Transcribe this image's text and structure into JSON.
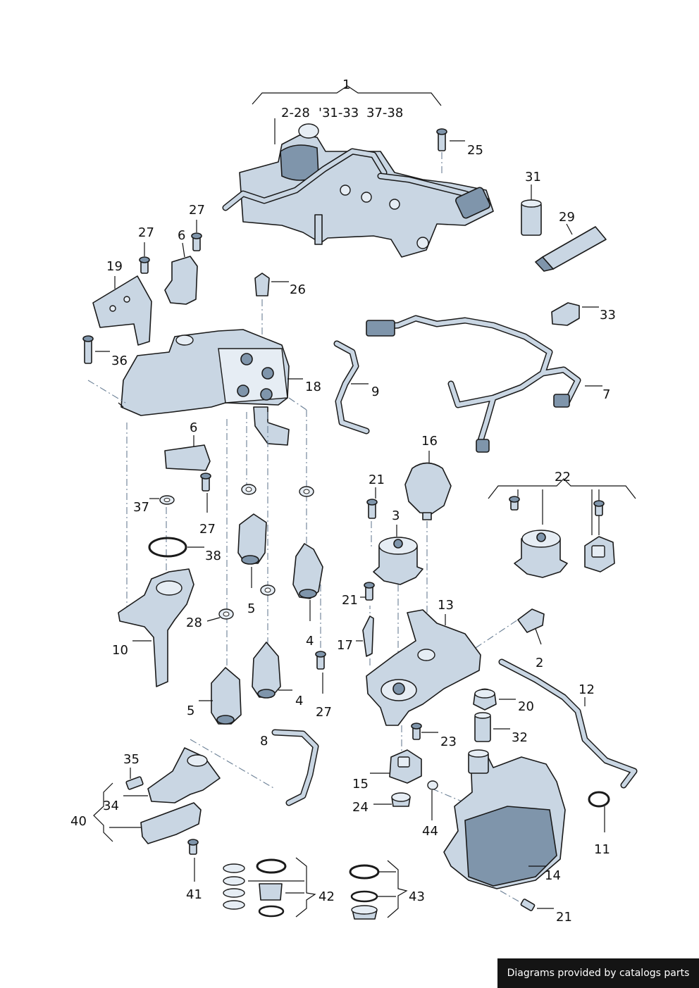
{
  "footer": {
    "text": "Diagrams provided by catalogs parts"
  },
  "callouts": {
    "c1": "1",
    "c1_range_a": "2-28",
    "c1_range_b": "'31-33",
    "c1_range_c": "37-38",
    "c25": "25",
    "c31": "31",
    "c29": "29",
    "c27a": "27",
    "c27b": "27",
    "c6a": "6",
    "c19": "19",
    "c26": "26",
    "c33": "33",
    "c36": "36",
    "c18": "18",
    "c9": "9",
    "c7": "7",
    "c6b": "6",
    "c16": "16",
    "c21a": "21",
    "c22": "22",
    "c37": "37",
    "c3": "3",
    "c27c": "27",
    "c38": "38",
    "c21b": "21",
    "c13": "13",
    "c5a": "5",
    "c28": "28",
    "c17": "17",
    "c4a": "4",
    "c2": "2",
    "c10": "10",
    "c27d": "27",
    "c4b": "4",
    "c20": "20",
    "c12": "12",
    "c5b": "5",
    "c8": "8",
    "c32": "32",
    "c23": "23",
    "c35": "35",
    "c15": "15",
    "c34": "34",
    "c24": "24",
    "c40": "40",
    "c44": "44",
    "c11": "11",
    "c14": "14",
    "c41": "41",
    "c42": "42",
    "c43": "43",
    "c21c": "21"
  }
}
